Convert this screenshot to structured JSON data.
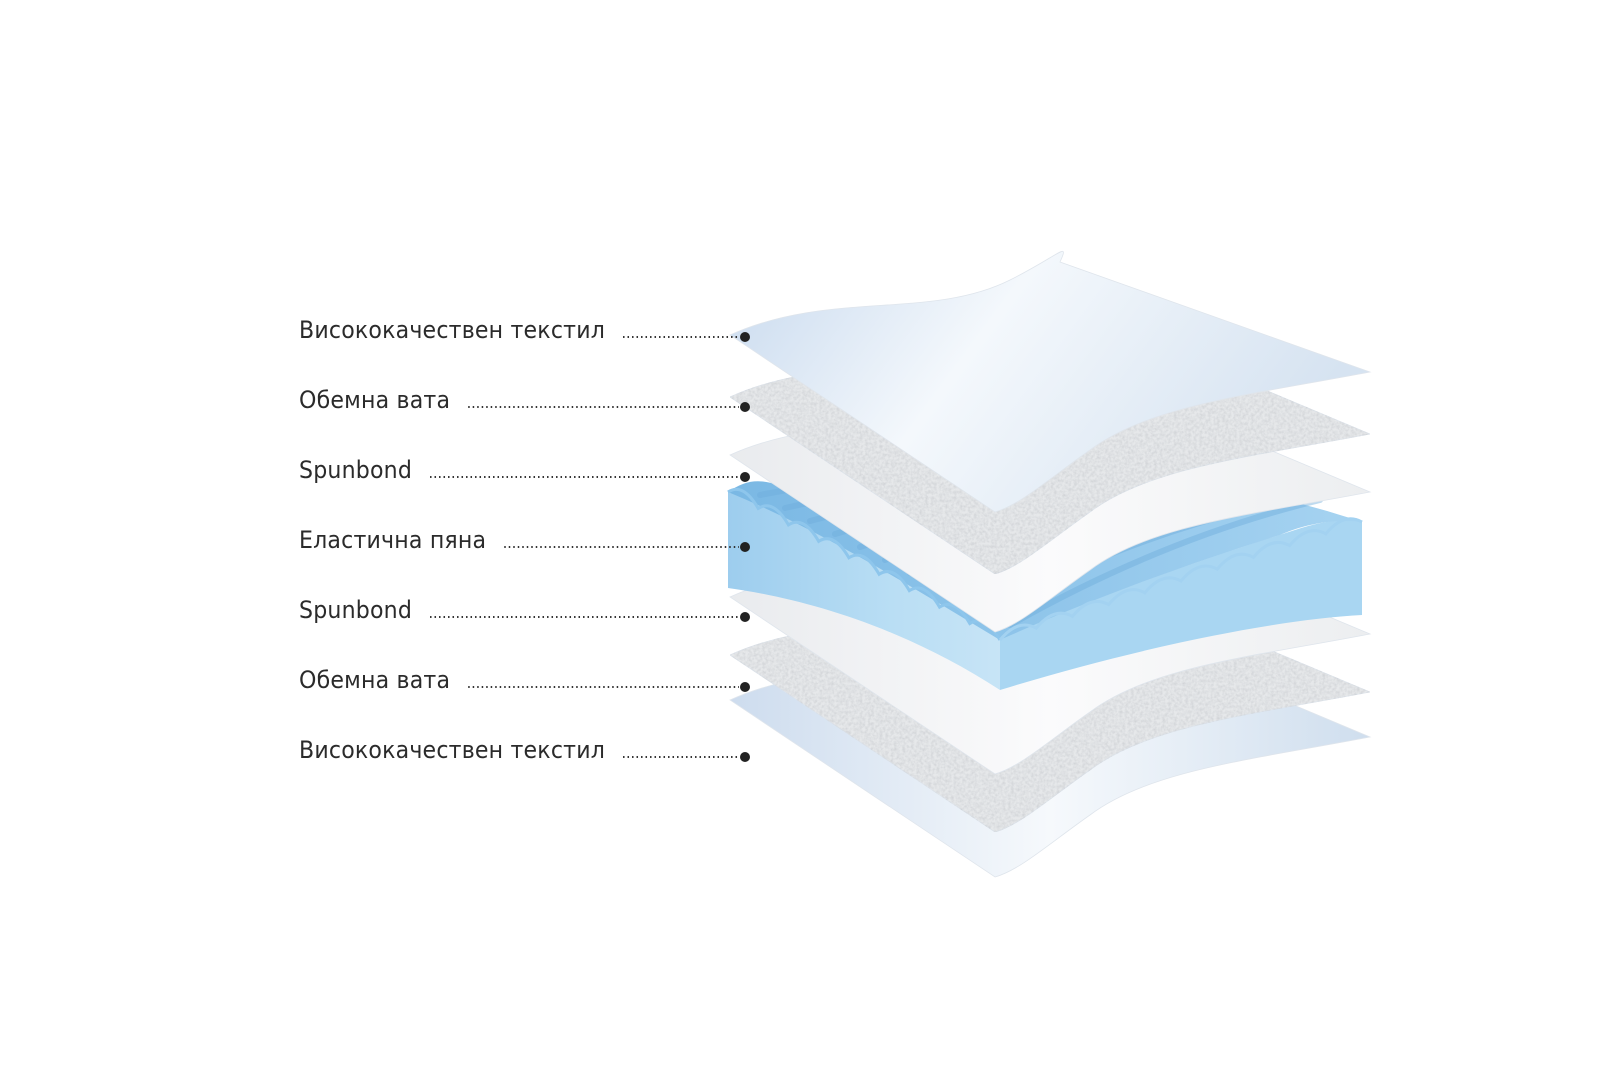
{
  "diagram": {
    "layers": [
      {
        "label": "Висококачествен текстил",
        "material": "textile"
      },
      {
        "label": "Обемна вата",
        "material": "wadding"
      },
      {
        "label": "Spunbond",
        "material": "spunbond"
      },
      {
        "label": "Еластична пяна",
        "material": "foam"
      },
      {
        "label": "Spunbond",
        "material": "spunbond"
      },
      {
        "label": "Обемна вата",
        "material": "wadding"
      },
      {
        "label": "Висококачествен текстил",
        "material": "textile"
      }
    ],
    "colors": {
      "text": "#2b2b2b",
      "leader": "#333333",
      "foam_top": "#8fc7ec",
      "foam_side": "#a9d6f2",
      "textile": "#e4eef8",
      "wadding": "#e6e8ea",
      "spunbond": "#f3f4f6"
    }
  }
}
